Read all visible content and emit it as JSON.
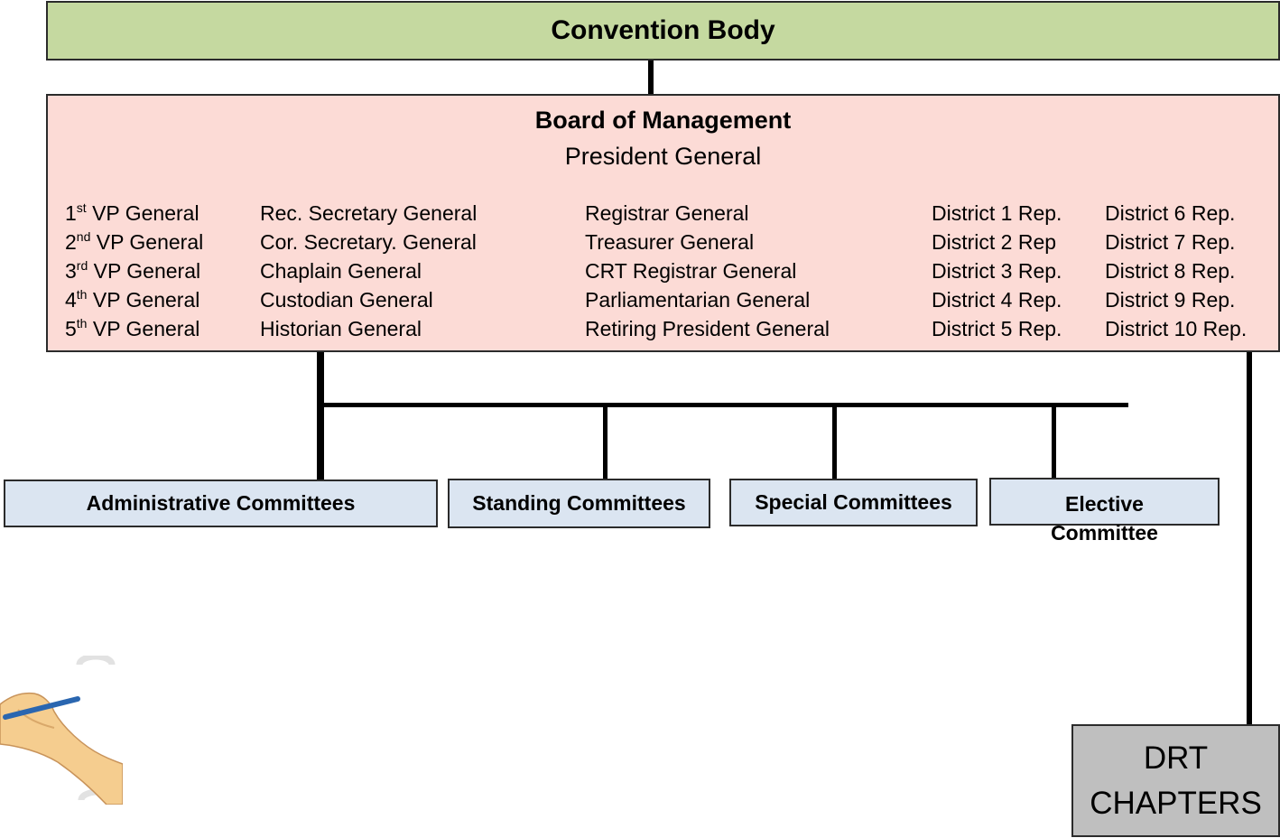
{
  "colors": {
    "convention_fill": "#c5d9a0",
    "board_fill": "#fcdbd6",
    "committee_fill": "#dbe5f1",
    "drt_fill": "#bfbfbf",
    "line": "#000000"
  },
  "convention": {
    "title": "Convention Body"
  },
  "board": {
    "title": "Board of Management",
    "subtitle": "President General",
    "vp": [
      {
        "num": "1",
        "suffix": "st",
        "label": "VP General"
      },
      {
        "num": "2",
        "suffix": "nd",
        "label": "VP General"
      },
      {
        "num": "3",
        "suffix": "rd",
        "label": "VP General"
      },
      {
        "num": "4",
        "suffix": "th",
        "label": "VP General"
      },
      {
        "num": "5",
        "suffix": "th",
        "label": "VP General"
      }
    ],
    "col2": [
      "Rec. Secretary General",
      "Cor. Secretary. General",
      "Chaplain General",
      "Custodian General",
      "Historian General"
    ],
    "col3": [
      "Registrar General",
      "Treasurer General",
      "CRT Registrar General",
      "Parliamentarian General",
      "Retiring President General"
    ],
    "col4": [
      "District 1 Rep.",
      "District 2 Rep",
      "District 3 Rep.",
      "District 4 Rep.",
      "District 5 Rep."
    ],
    "col5": [
      "District 6 Rep.",
      "District 7 Rep.",
      "District 8 Rep.",
      "District 9 Rep.",
      "District 10 Rep."
    ]
  },
  "committees": {
    "administrative": "Administrative Committees",
    "standing": "Standing Committees",
    "special": "Special Committees",
    "elective_line1": "Elective",
    "elective_line2": "Committee"
  },
  "drt": {
    "line1": "DRT",
    "line2": "CHAPTERS"
  }
}
